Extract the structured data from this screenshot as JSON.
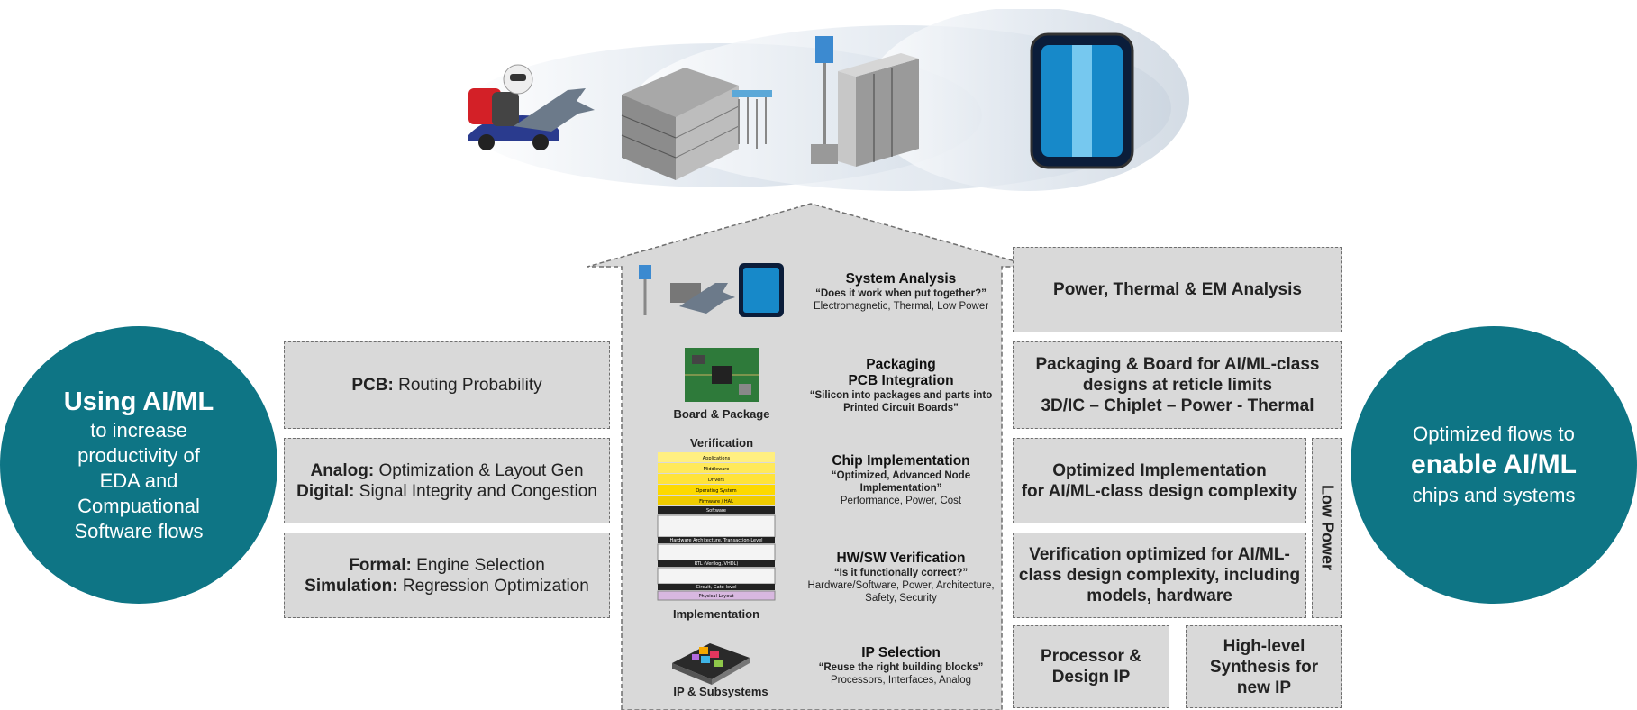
{
  "left_circle": {
    "title": "Using AI/ML",
    "lines": [
      "to increase",
      "productivity of",
      "EDA and",
      "Compuational",
      "Software flows"
    ]
  },
  "right_circle": {
    "line1": "Optimized flows to",
    "line2": "enable AI/ML",
    "line3": "chips and systems"
  },
  "left_boxes": {
    "pcb": {
      "bold": "PCB:",
      "text": " Routing Probability"
    },
    "analog": {
      "bold": "Analog:",
      "text": " Optimization & Layout Gen"
    },
    "digital": {
      "bold": "Digital:",
      "text": " Signal Integrity and Congestion"
    },
    "formal": {
      "bold": "Formal:",
      "text": " Engine Selection"
    },
    "simulation": {
      "bold": "Simulation:",
      "text": " Regression Optimization"
    }
  },
  "right_boxes": {
    "power": "Power, Thermal & EM Analysis",
    "packaging": [
      "Packaging & Board for AI/ML-class",
      "designs at reticle limits",
      "3D/IC – Chiplet – Power - Thermal"
    ],
    "implementation": [
      "Optimized Implementation",
      "for AI/ML-class design complexity"
    ],
    "verification": [
      "Verification optimized for AI/ML-",
      "class design complexity, including",
      "models, hardware"
    ],
    "low_power": "Low Power",
    "processor": [
      "Processor &",
      "Design IP"
    ],
    "hls": [
      "High-level",
      "Synthesis for",
      "new IP"
    ]
  },
  "layers": [
    {
      "title": "System Analysis",
      "quote": "“Does it work when put together?”",
      "desc": "Electromagnetic, Thermal, Low Power"
    },
    {
      "title": "Packaging",
      "title2": "PCB Integration",
      "quote": "“Silicon into packages and parts into",
      "quote2": "Printed Circuit Boards”"
    },
    {
      "title": "Chip Implementation",
      "quote": "“Optimized, Advanced Node",
      "quote2": "Implementation”",
      "desc": "Performance, Power, Cost"
    },
    {
      "title": "HW/SW Verification",
      "quote": "“Is it functionally correct?”",
      "desc": "Hardware/Software, Power, Architecture,",
      "desc2": "Safety, Security"
    },
    {
      "title": "IP Selection",
      "quote": "“Reuse the right building blocks”",
      "desc": "Processors, Interfaces, Analog"
    }
  ],
  "captions": {
    "board": "Board & Package",
    "verification": "Verification",
    "implementation": "Implementation",
    "ip": "IP & Subsystems"
  },
  "stack_labels": {
    "l1": "Applications",
    "l2": "Middleware",
    "l3": "Drivers",
    "l4": "Operating System",
    "l5": "Firmware / HAL",
    "l6": "Software",
    "l7": "Hardware Architecture, Transaction-Level",
    "l8": "RTL (Verilog, VHDL)",
    "l9": "Circuit, Gate-level",
    "l10": "Physical Layout"
  },
  "colors": {
    "teal": "#0e7585",
    "box": "#d9d9d9",
    "border": "#6f6f6f"
  }
}
